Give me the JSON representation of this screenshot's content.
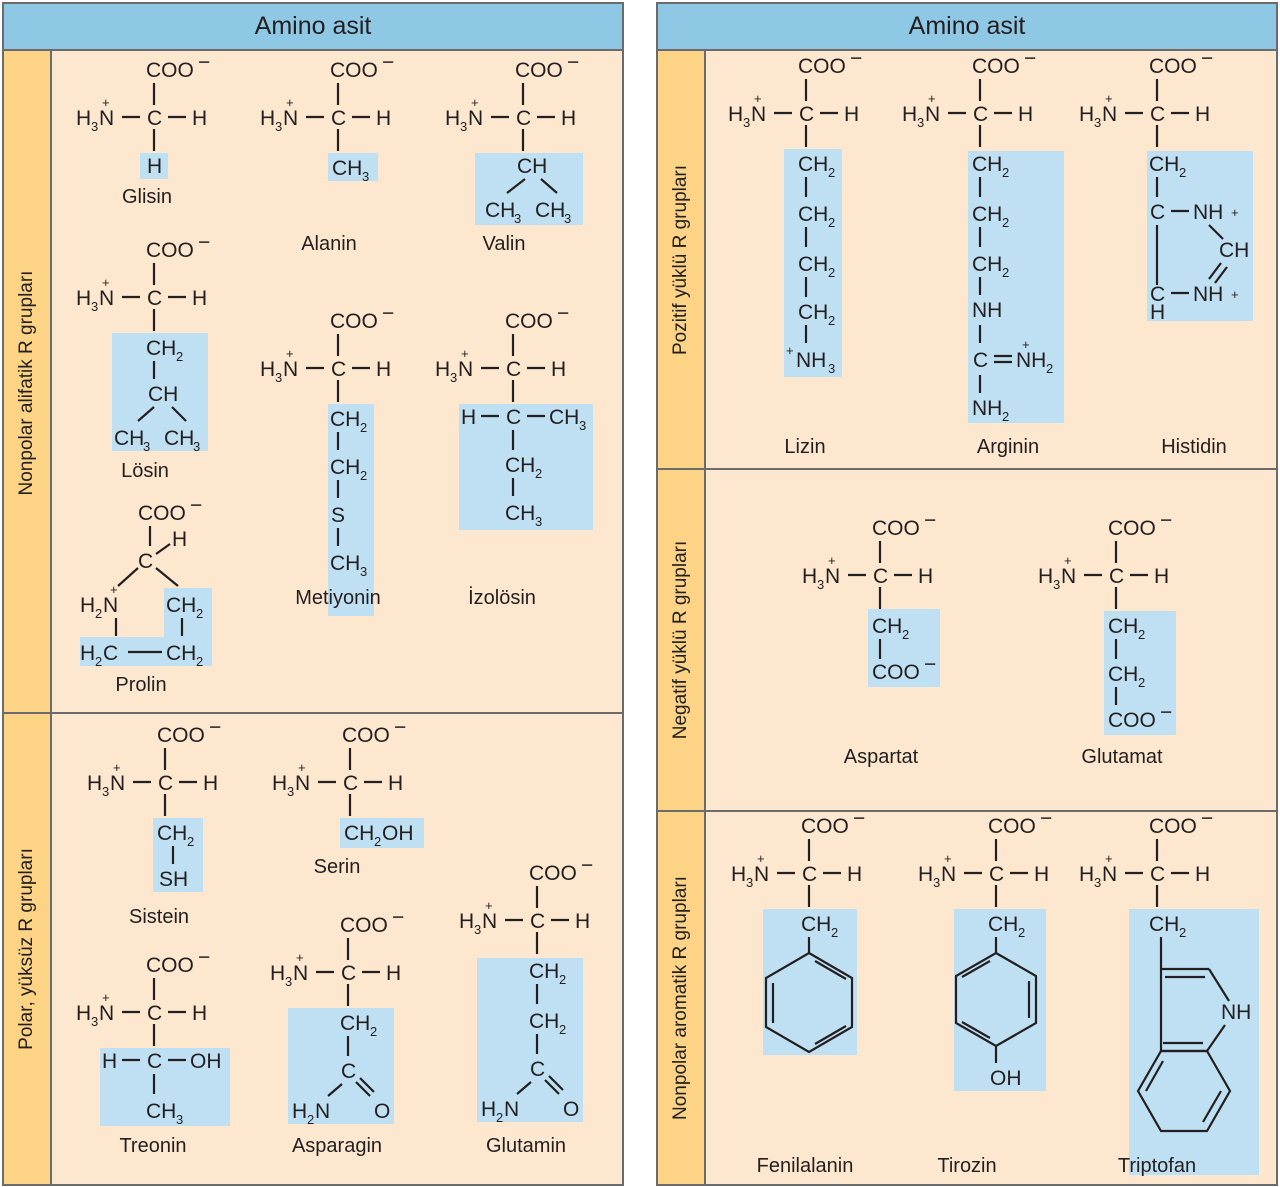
{
  "header": "Amino asit",
  "groups": {
    "nonpolar_aliphatic": "Nonpolar alifatik R grupları",
    "polar_uncharged": "Polar, yüksüz R grupları",
    "positive": "Pozitif yüklü R grupları",
    "negative": "Negatif yüklü R grupları",
    "aromatic": "Nonpolar aromatik R grupları"
  },
  "names": {
    "glisin": "Glisin",
    "alanin": "Alanin",
    "valin": "Valin",
    "losin": "Lösin",
    "metiyonin": "Metiyonin",
    "izolosin": "İzolösin",
    "prolin": "Prolin",
    "sistein": "Sistein",
    "serin": "Serin",
    "treonin": "Treonin",
    "asparagin": "Asparagin",
    "glutamin": "Glutamin",
    "lizin": "Lizin",
    "arginin": "Arginin",
    "histidin": "Histidin",
    "aspartat": "Aspartat",
    "glutamat": "Glutamat",
    "fenilalanin": "Fenilalanin",
    "tirozin": "Tirozin",
    "triptofan": "Triptofan"
  },
  "formula": {
    "coo": "COO",
    "minus": "−",
    "h3n": "H",
    "three": "3",
    "n": "N",
    "plus": "+",
    "c": "C",
    "h": "H",
    "ch2": "CH",
    "two": "2",
    "ch3": "CH",
    "ch": "CH",
    "s": "S",
    "sh": "SH",
    "oh": "OH",
    "ch2oh": "CH",
    "ch2oh_tail": "OH",
    "nh": "NH",
    "nh3": "NH",
    "nh2": "NH",
    "o": "O",
    "h2n": "H",
    "h2c": "H"
  },
  "colors": {
    "r_group_fill": "#bfe0f2",
    "panel_fill": "#fde7cf",
    "side_fill": "#fdd486",
    "header_fill": "#8fc8e4"
  }
}
